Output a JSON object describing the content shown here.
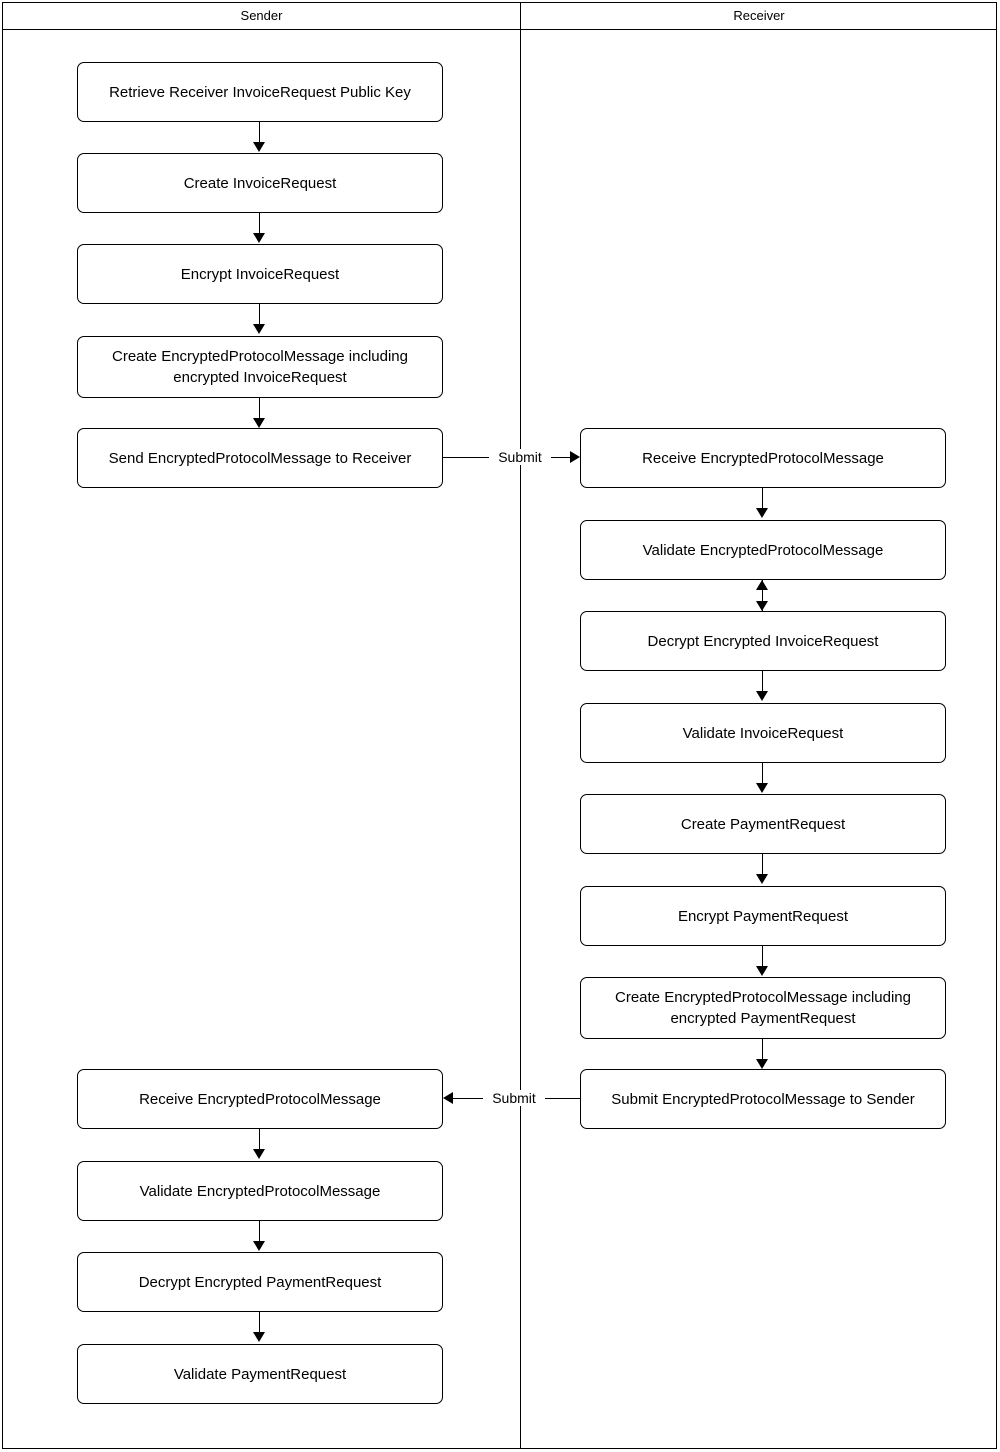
{
  "diagram": {
    "type": "swimlane-flowchart",
    "lanes": [
      {
        "id": "sender",
        "label": "Sender"
      },
      {
        "id": "receiver",
        "label": "Receiver"
      }
    ],
    "colors": {
      "stroke": "#000000",
      "fill": "#ffffff",
      "text": "#000000"
    }
  },
  "sender_flow_top": {
    "n1": "Retrieve Receiver InvoiceRequest Public Key",
    "n2": "Create InvoiceRequest",
    "n3": "Encrypt InvoiceRequest",
    "n4": "Create EncryptedProtocolMessage including encrypted InvoiceRequest",
    "n5": "Send EncryptedProtocolMessage to Receiver"
  },
  "receiver_flow": {
    "n1": "Receive EncryptedProtocolMessage",
    "n2": "Validate EncryptedProtocolMessage",
    "n3": "Decrypt Encrypted InvoiceRequest",
    "n4": "Validate InvoiceRequest",
    "n5": "Create PaymentRequest",
    "n6": "Encrypt PaymentRequest",
    "n7": "Create EncryptedProtocolMessage including encrypted PaymentRequest",
    "n8": "Submit EncryptedProtocolMessage to Sender"
  },
  "sender_flow_bottom": {
    "n1": "Receive EncryptedProtocolMessage",
    "n2": "Validate EncryptedProtocolMessage",
    "n3": "Decrypt Encrypted PaymentRequest",
    "n4": "Validate PaymentRequest"
  },
  "edges": {
    "submit_to_receiver": "Submit",
    "submit_to_sender": "Submit"
  }
}
